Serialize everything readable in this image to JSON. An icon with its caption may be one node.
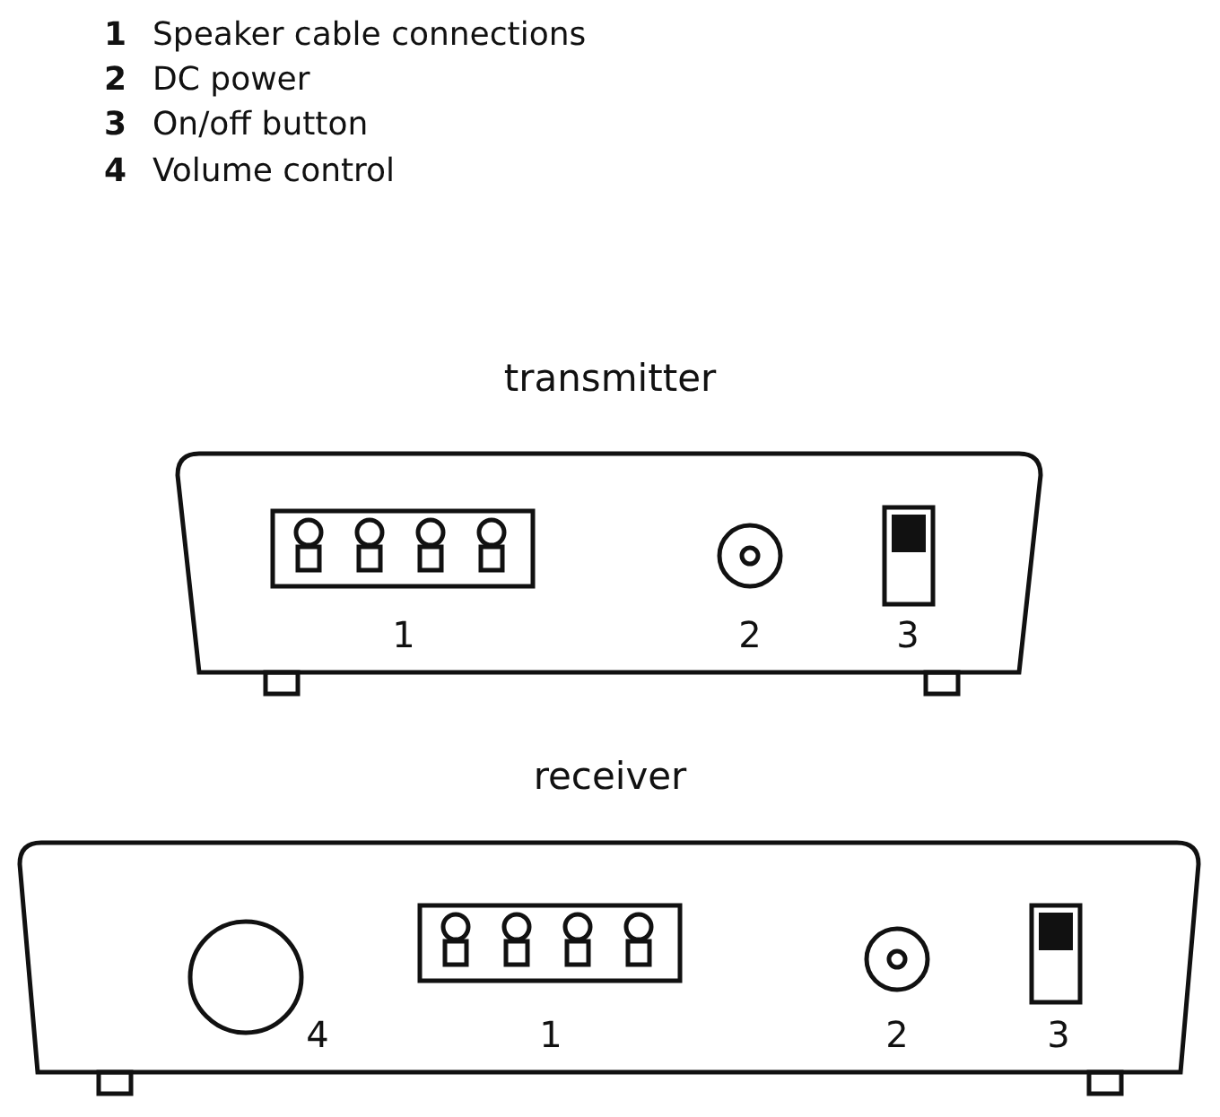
{
  "diagram": {
    "nodes": [
      {
        "text": [
          "transmitter"
        ]
      },
      {
        "text": [
          "receiver"
        ]
      }
    ],
    "labels": [
      "1",
      "Speaker cable connections",
      "2",
      "DC power",
      "3",
      "On/off button",
      "4",
      "Volume control",
      "1",
      "2",
      "3",
      "4",
      "1",
      "2",
      "3"
    ]
  }
}
